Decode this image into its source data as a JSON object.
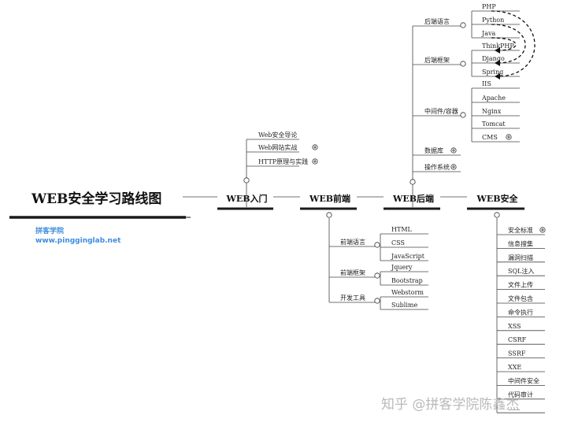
{
  "title": "WEB安全学习路线图",
  "brand": {
    "name": "拼客学院",
    "url": "www.pingginglab.net"
  },
  "watermark": "知乎 @拼客学院陈鑫杰",
  "main": [
    {
      "label": "WEB入门"
    },
    {
      "label": "WEB前端"
    },
    {
      "label": "WEB后端"
    },
    {
      "label": "WEB安全"
    }
  ],
  "intro_items": [
    {
      "label": "Web安全导论",
      "expand": false
    },
    {
      "label": "Web网站实战",
      "expand": true
    },
    {
      "label": "HTTP原理与实践",
      "expand": true
    }
  ],
  "frontend": [
    {
      "label": "前端语言",
      "items": [
        "HTML",
        "CSS",
        "JavaScript"
      ]
    },
    {
      "label": "前端框架",
      "items": [
        "Jquery",
        "Bootstrap"
      ]
    },
    {
      "label": "开发工具",
      "items": [
        "Webstorm",
        "Sublime"
      ]
    }
  ],
  "backend": [
    {
      "label": "后端语言",
      "items": [
        "PHP",
        "Python",
        "Java"
      ],
      "expand": false
    },
    {
      "label": "后端框架",
      "items": [
        "ThinkPHP",
        "Django",
        "Spring"
      ],
      "expand": false
    },
    {
      "label": "中间件/容器",
      "items": [
        "IIS",
        "Apache",
        "Nginx",
        "Tomcat",
        "CMS"
      ],
      "expand": false
    },
    {
      "label": "数据库",
      "items": [],
      "expand": true
    },
    {
      "label": "操作系统",
      "items": [],
      "expand": true
    }
  ],
  "security": [
    {
      "label": "安全标准",
      "expand": true
    },
    {
      "label": "信息搜集",
      "expand": false
    },
    {
      "label": "漏洞扫描",
      "expand": false
    },
    {
      "label": "SQL注入",
      "expand": false
    },
    {
      "label": "文件上传",
      "expand": false
    },
    {
      "label": "文件包含",
      "expand": false
    },
    {
      "label": "命令执行",
      "expand": false
    },
    {
      "label": "XSS",
      "expand": false
    },
    {
      "label": "CSRF",
      "expand": false
    },
    {
      "label": "SSRF",
      "expand": false
    },
    {
      "label": "XXE",
      "expand": false
    },
    {
      "label": "中间件安全",
      "expand": false
    },
    {
      "label": "代码审计",
      "expand": false
    },
    {
      "label": "......",
      "expand": false
    }
  ]
}
